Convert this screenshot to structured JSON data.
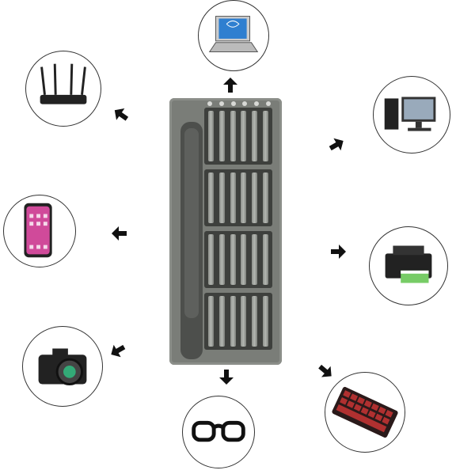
{
  "colors": {
    "tray": "#7a7d78",
    "bay": "#3e403d",
    "arrow": "#111111",
    "circle_border": "#333333"
  },
  "product": {
    "name_icon": "precision-screwdriver-set",
    "bays": 4,
    "bits_per_bay": 6
  },
  "devices": [
    {
      "icon": "laptop-icon"
    },
    {
      "icon": "router-icon"
    },
    {
      "icon": "desktop-computer-icon"
    },
    {
      "icon": "smartphone-icon"
    },
    {
      "icon": "printer-icon"
    },
    {
      "icon": "camera-icon"
    },
    {
      "icon": "glasses-icon"
    },
    {
      "icon": "keyboard-icon"
    }
  ]
}
